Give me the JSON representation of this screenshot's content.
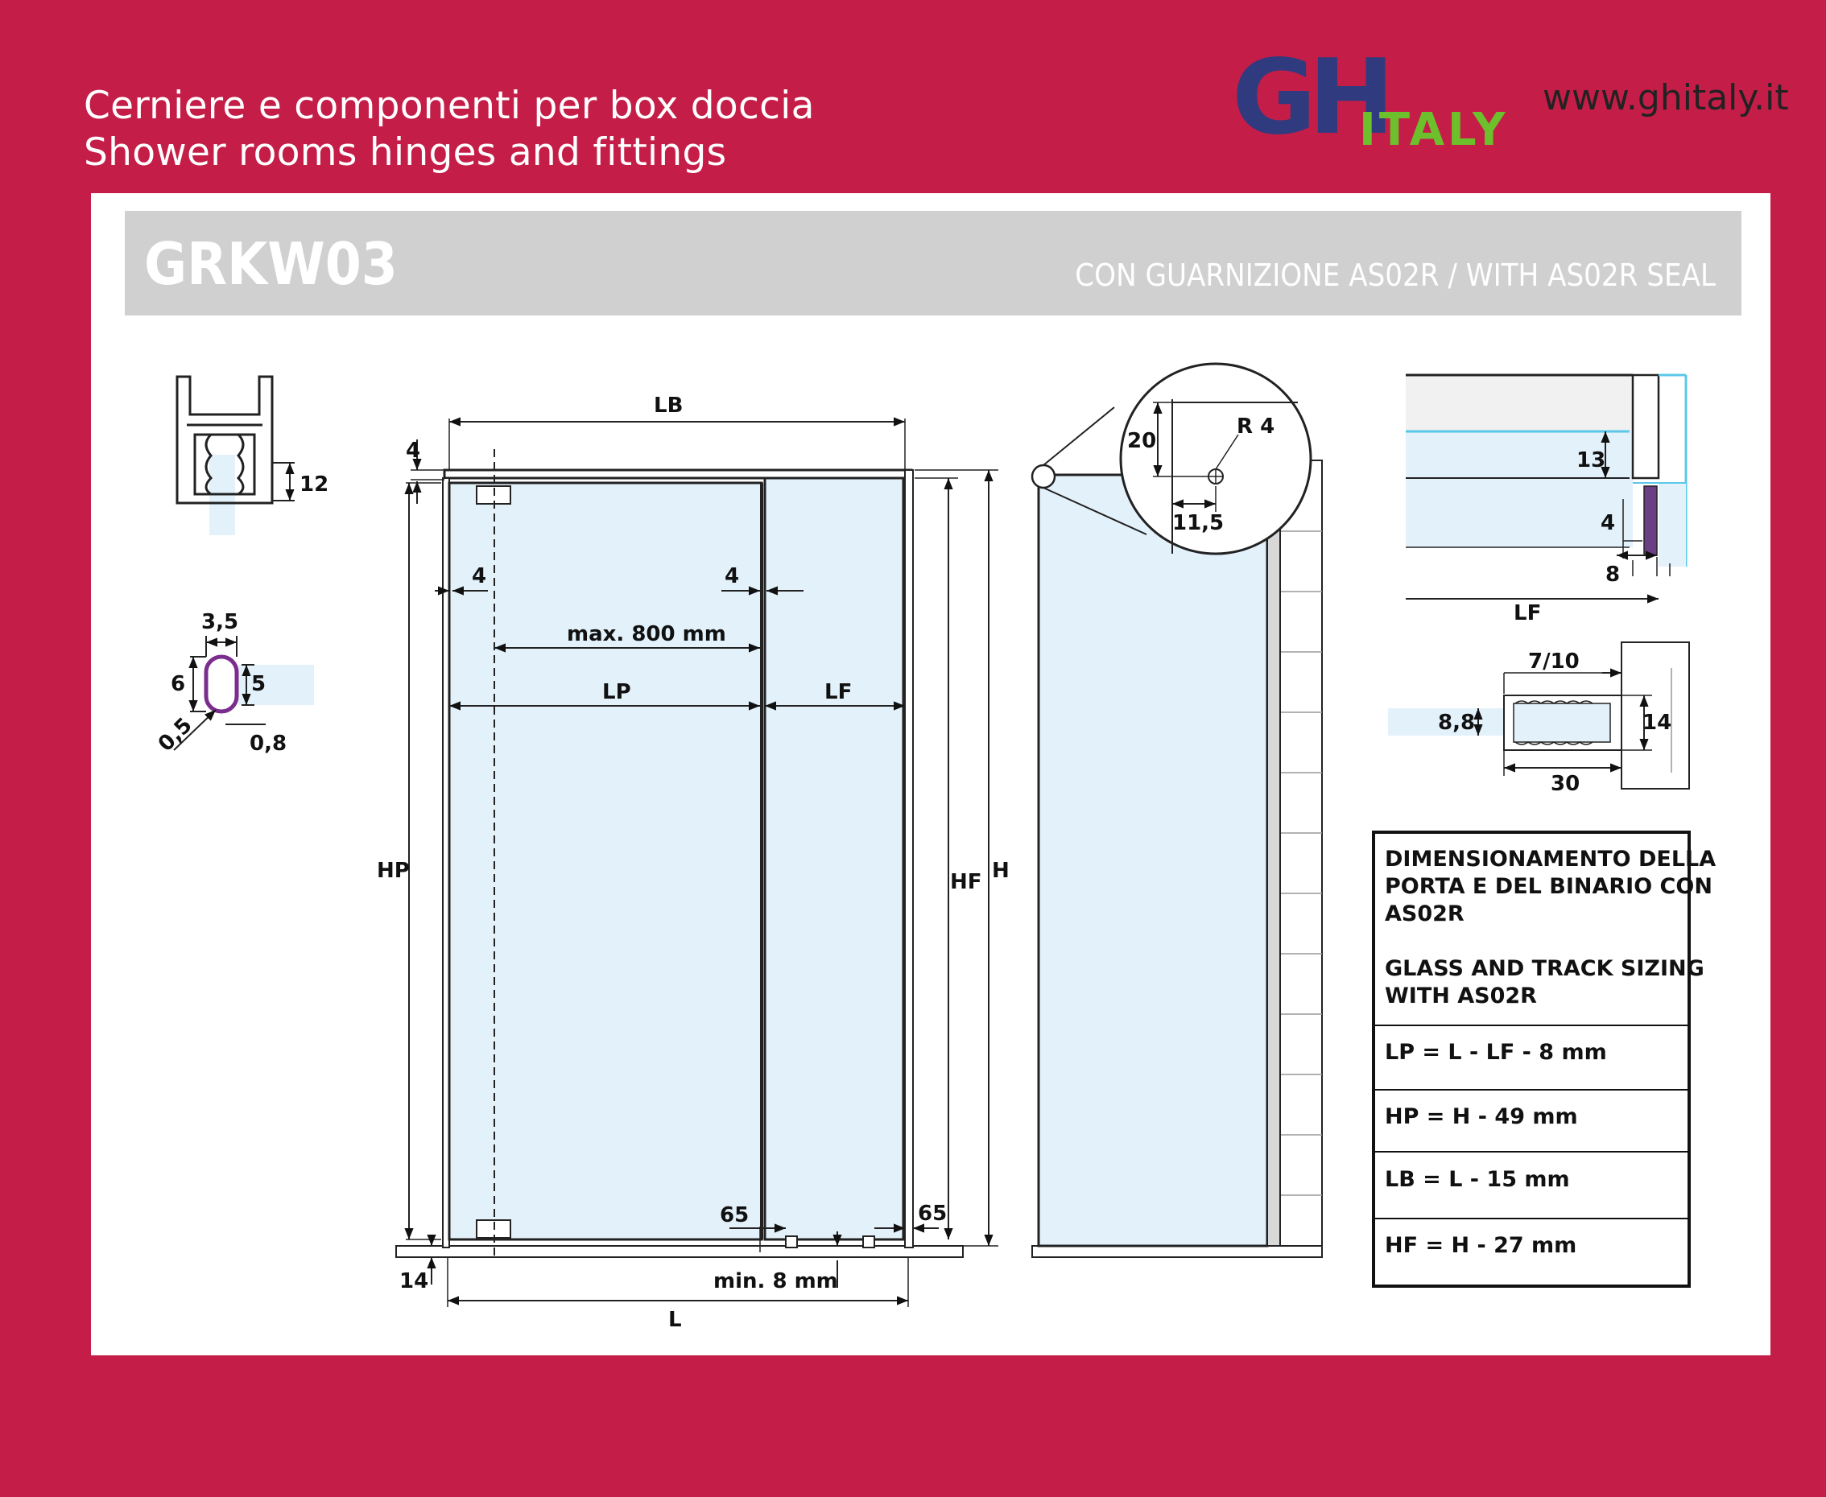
{
  "header": {
    "line1": "Cerniere e componenti per box doccia",
    "line2": "Shower rooms hinges and fittings",
    "logo_main": "GH",
    "logo_sub": "ITALY",
    "website": "www.ghitaly.it"
  },
  "title_bar": {
    "code": "GRKW03",
    "subtitle": "CON GUARNIZIONE AS02R / WITH AS02R SEAL"
  },
  "profile_top_left": {
    "dim": "12"
  },
  "seal_detail": {
    "d1": "3,5",
    "d2": "6",
    "d3": "5",
    "d4": "0,5",
    "d5": "0,8"
  },
  "front_view": {
    "lb": "LB",
    "top_gap": "4",
    "left_gap": "4",
    "mid_gap": "4",
    "max_width": "max. 800 mm",
    "lp": "LP",
    "lf": "LF",
    "hp": "HP",
    "hf": "HF",
    "h": "H",
    "d65_left": "65",
    "d65_right": "65",
    "bottom_14": "14",
    "min_gap": "min. 8 mm",
    "l": "L"
  },
  "side_view": {
    "d20": "20",
    "r4": "R 4",
    "d115": "11,5"
  },
  "track_detail": {
    "d13": "13",
    "d4": "4",
    "d8": "8",
    "lf": "LF"
  },
  "clamp_detail": {
    "d710": "7/10",
    "d88": "8,8",
    "d14": "14",
    "d30": "30"
  },
  "formula_box": {
    "title_it": [
      "DIMENSIONAMENTO DELLA",
      "PORTA E DEL BINARIO CON",
      "AS02R"
    ],
    "title_en": [
      "GLASS AND TRACK SIZING",
      "WITH AS02R"
    ],
    "rows": [
      "LP = L - LF - 8 mm",
      "HP = H - 49  mm",
      "LB = L - 15 mm",
      "HF = H - 27 mm"
    ]
  },
  "colors": {
    "background": "#c41e48",
    "glass": "#e3f1fb",
    "title_bar": "#d0d0d0",
    "logo_blue": "#2f3a7f",
    "logo_green": "#6cc02b",
    "seal": "#7b2d8e",
    "cyan": "#5ac8e8"
  }
}
